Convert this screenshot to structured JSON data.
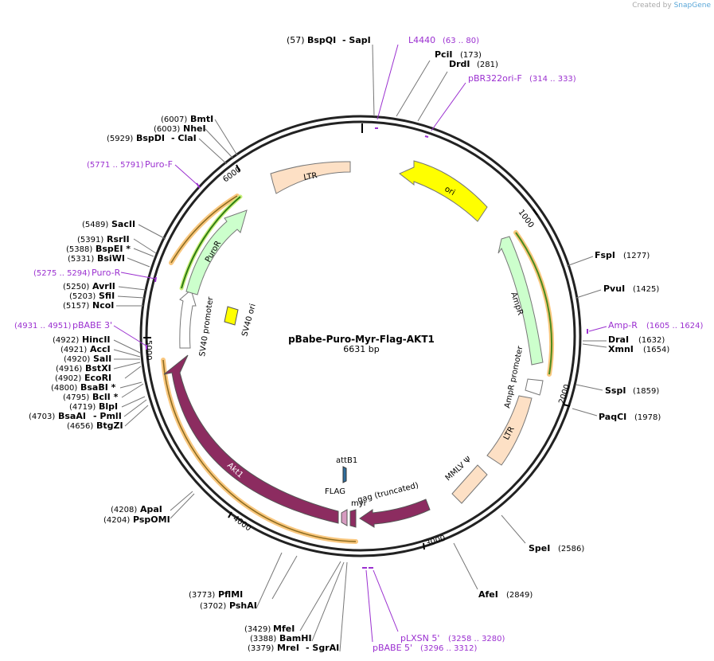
{
  "credit": {
    "prefix": "Created by",
    "brand": "SnapGene"
  },
  "plasmid": {
    "name": "pBabe-Puro-Myr-Flag-AKT1",
    "size": "6631 bp"
  },
  "ticks": [
    "1000",
    "2000",
    "3000",
    "4000",
    "5000",
    "6000"
  ],
  "features": {
    "ltr_top": "LTR",
    "ori": "ori",
    "ampr": "AmpR",
    "ampr_promoter": "AmpR promoter",
    "ltr_right": "LTR",
    "mmlv": "MMLV Ψ",
    "gag": "gag (truncated)",
    "myr": "myr",
    "flag": "FLAG",
    "attb1": "attB1",
    "akt1": "Akt1",
    "sv40_promoter": "SV40 promoter",
    "sv40_ori": "SV40 ori",
    "puror": "PuroR"
  },
  "labels": {
    "bspqi_pos": "(57)",
    "bspqi_name": "BspQI",
    "sapi_name": "- SapI",
    "l4440_name": "L4440",
    "l4440_range": "(63 .. 80)",
    "pcii_name": "PciI",
    "pcii_pos": "(173)",
    "drdi_name": "DrdI",
    "drdi_pos": "(281)",
    "pbr_name": "pBR322ori-F",
    "pbr_range": "(314 .. 333)",
    "fspi_name": "FspI",
    "fspi_pos": "(1277)",
    "pvui_name": "PvuI",
    "pvui_pos": "(1425)",
    "ampr_primer_name": "Amp-R",
    "ampr_primer_range": "(1605 .. 1624)",
    "drai_name": "DraI",
    "drai_pos": "(1632)",
    "xmni_name": "XmnI",
    "xmni_pos": "(1654)",
    "sspi_name": "SspI",
    "sspi_pos": "(1859)",
    "paqci_name": "PaqCI",
    "paqci_pos": "(1978)",
    "spei_name": "SpeI",
    "spei_pos": "(2586)",
    "afei_name": "AfeI",
    "afei_pos": "(2849)",
    "plxsn_name": "pLXSN 5'",
    "plxsn_range": "(3258 .. 3280)",
    "pbabe5_name": "pBABE 5'",
    "pbabe5_range": "(3296 .. 3312)",
    "mfei_pos": "(3429)",
    "mfei_name": "MfeI",
    "bamhi_pos": "(3388)",
    "bamhi_name": "BamHI",
    "srgai_pos": "(3379)",
    "srgai_name": "MreI",
    "srgai_name2": "- SgrAI",
    "pflmi_pos": "(3773)",
    "pflmi_name": "PflMI",
    "pshai_pos": "(3702)",
    "pshai_name": "PshAI",
    "apai_pos": "(4208)",
    "apai_name": "ApaI",
    "pspomi_pos": "(4204)",
    "pspomi_name": "PspOMI",
    "btgzi_pos": "(4656)",
    "btgzi_name": "BtgZI",
    "bsaai_pos": "(4703)",
    "bsaai_name": "BsaAI",
    "pmli_name": "- PmlI",
    "blpi_pos": "(4719)",
    "blpi_name": "BlpI",
    "bcli_pos": "(4795)",
    "bcli_name": "BclI *",
    "bsabi_pos": "(4800)",
    "bsabi_name": "BsaBI *",
    "ecori_pos": "(4902)",
    "ecori_name": "EcoRI",
    "bstxi_pos": "(4916)",
    "bstxi_name": "BstXI",
    "sali_pos": "(4920)",
    "sali_name": "SalI",
    "acci_pos": "(4921)",
    "acci_name": "AccI",
    "hincii_pos": "(4922)",
    "hincii_name": "HincII",
    "pbabe3_range": "(4931 .. 4951)",
    "pbabe3_name": "pBABE 3'",
    "ncoi_pos": "(5157)",
    "ncoi_name": "NcoI",
    "sfii_pos": "(5203)",
    "sfii_name": "SfiI",
    "avrii_pos": "(5250)",
    "avrii_name": "AvrII",
    "puror_primer_range": "(5275 .. 5294)",
    "puror_primer_name": "Puro-R",
    "bsiwi_pos": "(5331)",
    "bsiwi_name": "BsiWI",
    "bspei_pos": "(5388)",
    "bspei_name": "BspEI *",
    "rsrii_pos": "(5391)",
    "rsrii_name": "RsrII",
    "sacii_pos": "(5489)",
    "sacii_name": "SacII",
    "purof_range": "(5771 .. 5791)",
    "purof_name": "Puro-F",
    "bspdi_pos": "(5929)",
    "bspdi_name": "BspDI",
    "clai_name": "- ClaI",
    "nhei_pos": "(6003)",
    "nhei_name": "NheI",
    "bmti_pos": "(6007)",
    "bmti_name": "BmtI"
  },
  "colors": {
    "backbone": "#222222",
    "ltr": "#fde0c5",
    "ori": "#ffff00",
    "resistance": "#ccffcc",
    "promoter": "#ffffff",
    "akt1": "#8c2c60",
    "orf_highlight": "#f9c77e",
    "primer": "#9b30d0",
    "attb1": "#2f6e9e",
    "flag": "#d69bc0"
  }
}
